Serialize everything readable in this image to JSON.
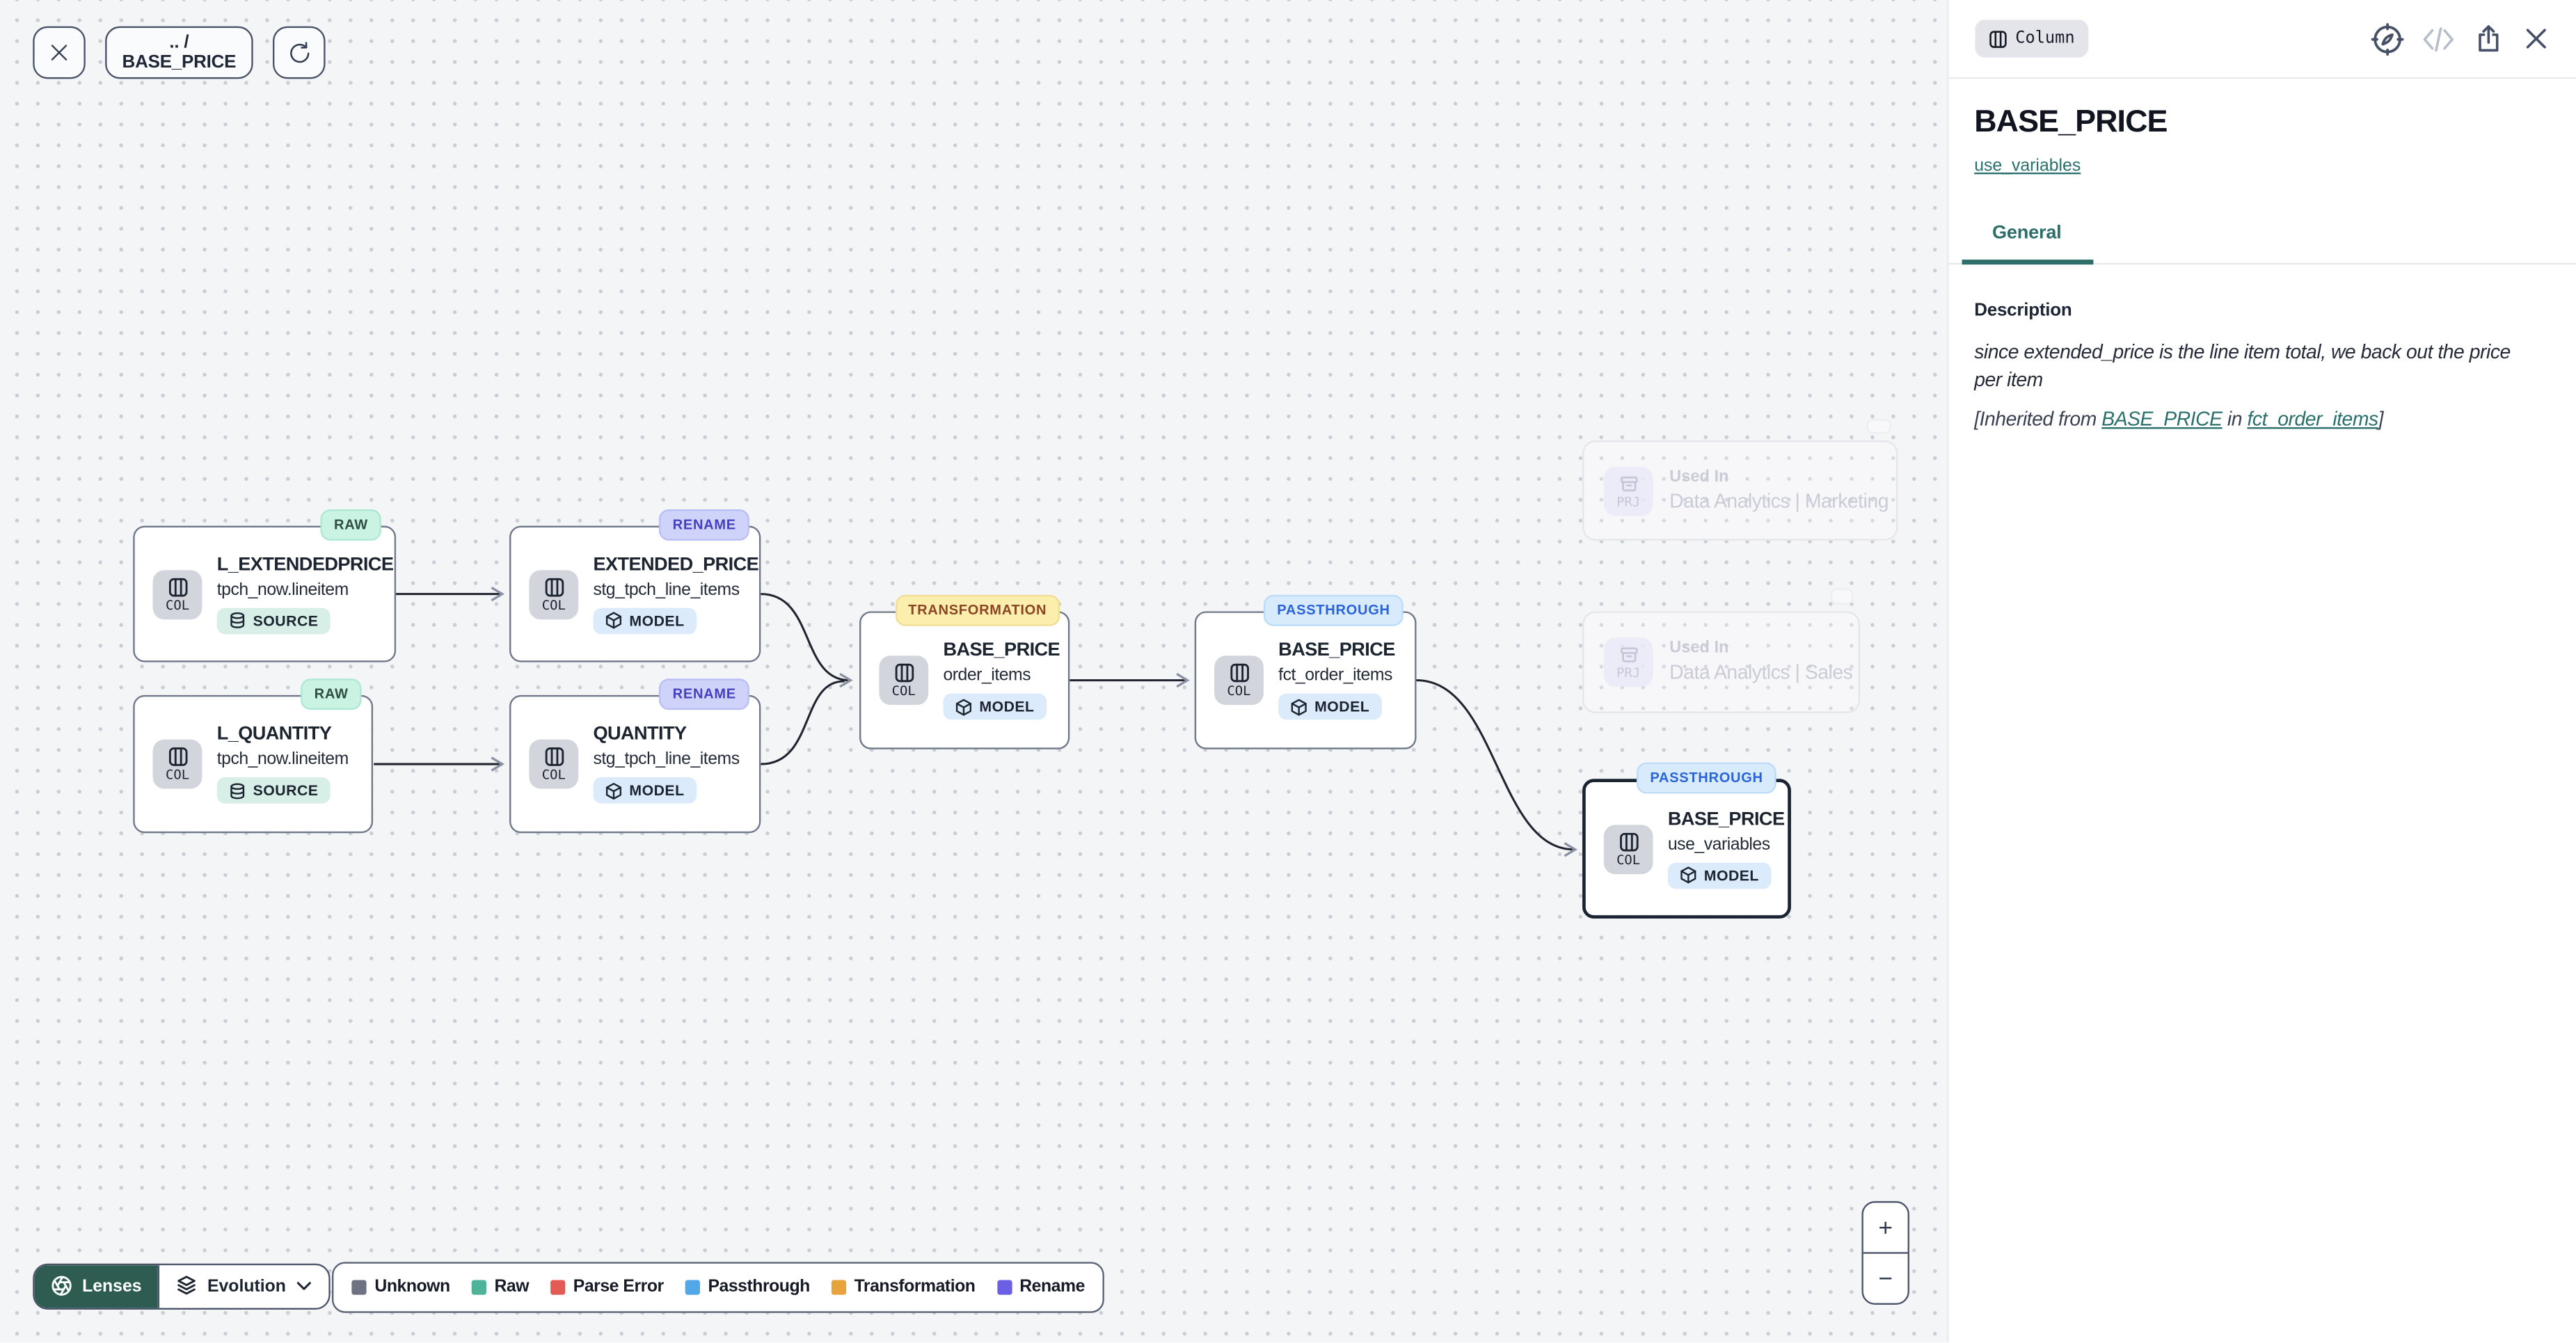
{
  "toolbar": {
    "breadcrumb": ".. / BASE_PRICE"
  },
  "canvas": {
    "nodes": [
      {
        "badge": "RAW",
        "badge_type": "raw",
        "kind": "COL",
        "title": "L_EXTENDEDPRICE",
        "subtitle": "tpch_now.lineitem",
        "chip": "SOURCE",
        "chip_type": "source"
      },
      {
        "badge": "RENAME",
        "badge_type": "rename",
        "kind": "COL",
        "title": "EXTENDED_PRICE",
        "subtitle": "stg_tpch_line_items",
        "chip": "MODEL",
        "chip_type": "model"
      },
      {
        "badge": "RAW",
        "badge_type": "raw",
        "kind": "COL",
        "title": "L_QUANTITY",
        "subtitle": "tpch_now.lineitem",
        "chip": "SOURCE",
        "chip_type": "source"
      },
      {
        "badge": "RENAME",
        "badge_type": "rename",
        "kind": "COL",
        "title": "QUANTITY",
        "subtitle": "stg_tpch_line_items",
        "chip": "MODEL",
        "chip_type": "model"
      },
      {
        "badge": "TRANSFORMATION",
        "badge_type": "transformation",
        "kind": "COL",
        "title": "BASE_PRICE",
        "subtitle": "order_items",
        "chip": "MODEL",
        "chip_type": "model"
      },
      {
        "badge": "PASSTHROUGH",
        "badge_type": "passthrough",
        "kind": "COL",
        "title": "BASE_PRICE",
        "subtitle": "fct_order_items",
        "chip": "MODEL",
        "chip_type": "model"
      },
      {
        "badge": "PASSTHROUGH",
        "badge_type": "passthrough",
        "kind": "COL",
        "title": "BASE_PRICE",
        "subtitle": "use_variables",
        "chip": "MODEL",
        "chip_type": "model",
        "selected": true
      }
    ],
    "ghosts": [
      {
        "kind": "PRJ",
        "label": "Used In",
        "name": "Data Analytics | Marketing"
      },
      {
        "kind": "PRJ",
        "label": "Used In",
        "name": "Data Analytics | Sales"
      }
    ]
  },
  "controls": {
    "lenses_label": "Lenses",
    "lens_selected": "Evolution",
    "zoom_in": "+",
    "zoom_out": "−"
  },
  "legend": {
    "items": [
      {
        "label": "Unknown",
        "color": "#6d7380"
      },
      {
        "label": "Raw",
        "color": "#4fb39a"
      },
      {
        "label": "Parse Error",
        "color": "#e25c55"
      },
      {
        "label": "Passthrough",
        "color": "#52a7e6"
      },
      {
        "label": "Transformation",
        "color": "#e8a33d"
      },
      {
        "label": "Rename",
        "color": "#6b5fe3"
      }
    ]
  },
  "panel": {
    "type_badge": "Column",
    "title": "BASE_PRICE",
    "model_link": "use_variables",
    "tab_general": "General",
    "description_heading": "Description",
    "description": "since extended_price is the line item total, we back out the price per item",
    "inherited": {
      "prefix": "[Inherited from ",
      "link1": "BASE_PRICE",
      "mid": " in ",
      "link2": "fct_order_items",
      "suffix": "]"
    },
    "icons": [
      "compass-icon",
      "code-icon",
      "share-icon",
      "close-icon"
    ]
  },
  "palette": {
    "accent_teal": "#2d6e6b",
    "lenses_bg": "#2e5c50",
    "raw_badge_bg": "#cbf3e3",
    "rename_badge_bg": "#cfd3fa",
    "transformation_badge_bg": "#fcefae",
    "passthrough_badge_bg": "#d8ebfc",
    "source_chip_bg": "#d8efe7",
    "model_chip_bg": "#dcebfc",
    "canvas_bg": "#f4f5f7"
  }
}
